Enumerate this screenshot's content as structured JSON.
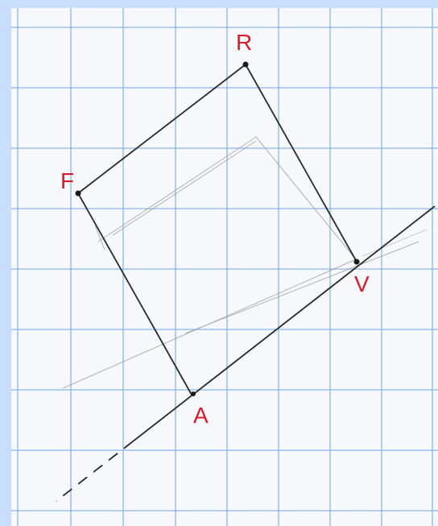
{
  "diagram": {
    "labels": {
      "R": "R",
      "F": "F",
      "V": "V",
      "A": "A"
    },
    "colors": {
      "frame_border": "#c9defa",
      "paper": "#f7f8fb",
      "grid_line": "#8ab4e8",
      "figure_ink": "#2a2a2a",
      "faint_pencil": "#9a9a9a",
      "label_ink": "#d61c2c"
    }
  }
}
